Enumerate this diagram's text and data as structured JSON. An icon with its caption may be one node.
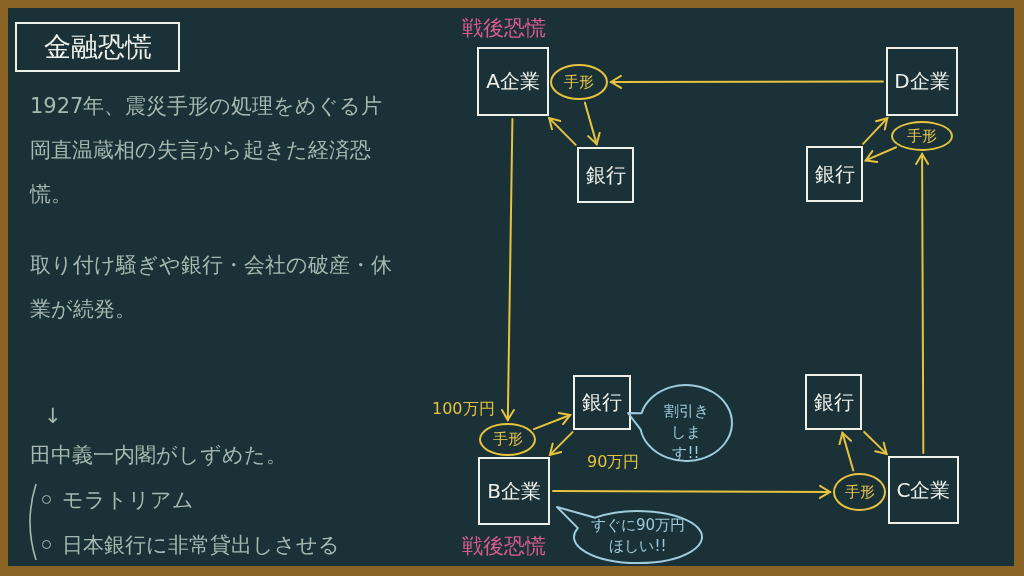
{
  "diagram": {
    "title": "金融恐慌",
    "nodes": [
      {
        "text": [
          "A企業"
        ],
        "beside": [
          "戦後恐慌"
        ]
      },
      {
        "text": [
          "手形"
        ]
      },
      {
        "text": [
          "銀行"
        ]
      },
      {
        "text": [
          "D企業"
        ]
      },
      {
        "text": [
          "手形"
        ]
      },
      {
        "text": [
          "銀行"
        ]
      },
      {
        "text": [
          "B企業"
        ],
        "beside": [
          "戦後恐慌"
        ]
      },
      {
        "text": [
          "手形"
        ],
        "beside": [
          "100万円"
        ]
      },
      {
        "text": [
          "銀行"
        ]
      },
      {
        "text": [
          "C企業"
        ]
      },
      {
        "text": [
          "手形"
        ]
      },
      {
        "text": [
          "銀行"
        ]
      },
      {
        "text": [
          "割引きします!!"
        ]
      },
      {
        "text": [
          "すぐに90万円ほしい!!"
        ]
      }
    ],
    "edges": [
      {
        "from": 3,
        "to": 1,
        "arrow": "to"
      },
      {
        "from": 1,
        "to": 2,
        "arrow": "to"
      },
      {
        "from": 2,
        "to": 0,
        "arrow": "to"
      },
      {
        "from": 0,
        "to": 7,
        "arrow": "to"
      },
      {
        "from": 7,
        "to": 8,
        "arrow": "to"
      },
      {
        "from": 8,
        "to": 6,
        "arrow": "to",
        "label": "90万円"
      },
      {
        "from": 6,
        "to": 10,
        "arrow": "to"
      },
      {
        "from": 10,
        "to": 11,
        "arrow": "to"
      },
      {
        "from": 11,
        "to": 9,
        "arrow": "to"
      },
      {
        "from": 9,
        "to": 4,
        "arrow": "to"
      },
      {
        "from": 4,
        "to": 5,
        "arrow": "to"
      },
      {
        "from": 5,
        "to": 3,
        "arrow": "to"
      }
    ],
    "labels": [
      "1927年、震災手形の処理をめぐる片岡直温蔵相の失言から起きた経済恐慌。",
      "取り付け騒ぎや銀行・会社の破産・休業が続発。",
      "↓",
      "田中義一内閣がしずめた。",
      "モラトリアム",
      "日本銀行に非常貸出しさせる"
    ]
  }
}
